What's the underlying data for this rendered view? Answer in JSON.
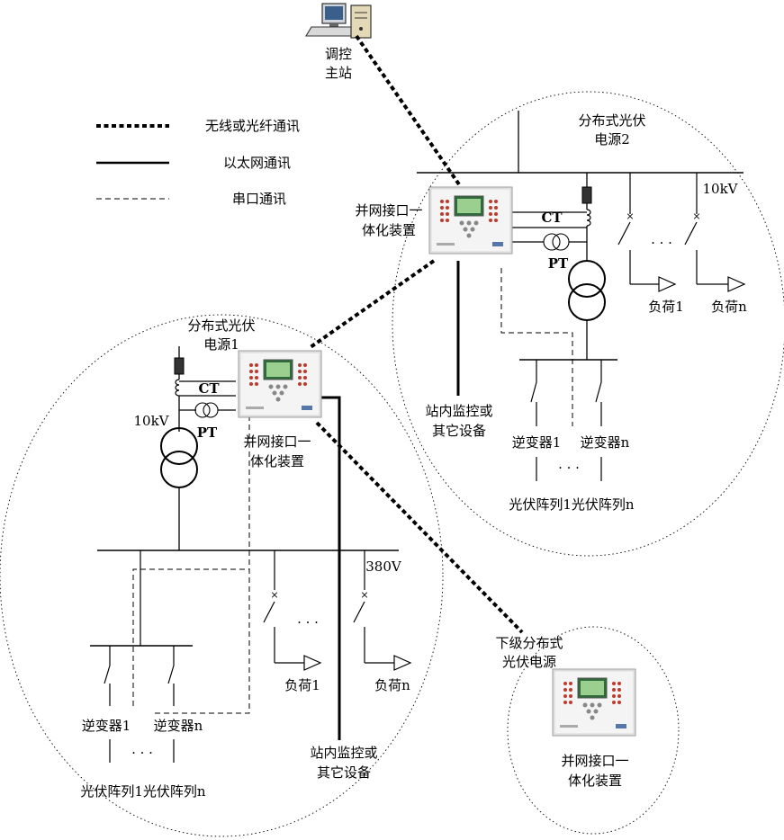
{
  "station": {
    "name_line1": "调控",
    "name_line2": "主站"
  },
  "legend": {
    "items": [
      {
        "label": "无线或光纤通讯",
        "style": "thick-dotted"
      },
      {
        "label": "以太网通讯",
        "style": "solid"
      },
      {
        "label": "串口通讯",
        "style": "thin-dashed"
      }
    ]
  },
  "pv2": {
    "title_line1": "分布式光伏",
    "title_line2": "电源2",
    "voltage": "10kV",
    "device_line1": "并网接口一",
    "device_line2": "体化装置",
    "ct": "CT",
    "pt": "PT",
    "load1": "负荷1",
    "loadn": "负荷n",
    "dots": "· · ·",
    "monitor_line1": "站内监控或",
    "monitor_line2": "其它设备",
    "inverter1": "逆变器1",
    "invertern": "逆变器n",
    "inv_dots": "· · ·",
    "arrays": "光伏阵列1光伏阵列n"
  },
  "pv1": {
    "title_line1": "分布式光伏",
    "title_line2": "电源1",
    "voltage": "10kV",
    "ct": "CT",
    "pt": "PT",
    "device_line1": "并网接口一",
    "device_line2": "体化装置",
    "low_voltage": "380V",
    "load1": "负荷1",
    "loadn": "负荷n",
    "dots": "· · ·",
    "inverter1": "逆变器1",
    "invertern": "逆变器n",
    "inv_dots": "· · ·",
    "arrays": "光伏阵列1光伏阵列n",
    "monitor_line1": "站内监控或",
    "monitor_line2": "其它设备"
  },
  "sub": {
    "title_line1": "下级分布式",
    "title_line2": "光伏电源",
    "device_line1": "并网接口一",
    "device_line2": "体化装置"
  },
  "colors": {
    "line": "#000000",
    "device_panel": "#e9e9e9",
    "device_screen": "#2f6b3a",
    "device_button_red": "#c0392b"
  }
}
